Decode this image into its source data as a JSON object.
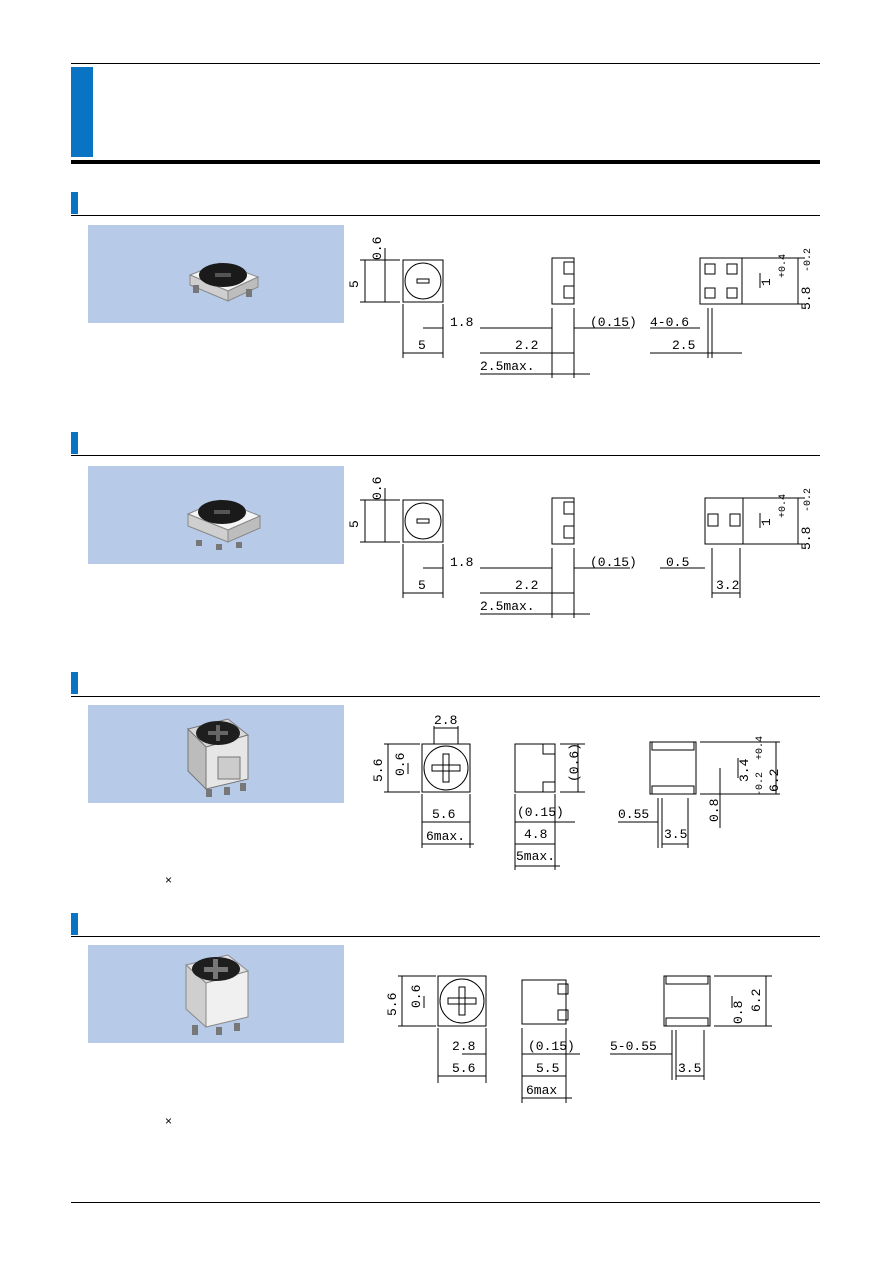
{
  "colors": {
    "accent": "#0a74c4",
    "photo_bg": "#b7cbe9"
  },
  "sections": [
    {
      "id": "s1",
      "dims_front": [
        "0.6",
        "5",
        "1.8",
        "5"
      ],
      "dims_side": [
        "(0.15)",
        "2.2",
        "2.5max."
      ],
      "dims_bottom": [
        "4-0.6",
        "2.5",
        "1",
        "+0.4",
        "5.8",
        "-0.2"
      ]
    },
    {
      "id": "s2",
      "dims_front": [
        "0.6",
        "5",
        "1.8",
        "5"
      ],
      "dims_side": [
        "(0.15)",
        "2.2",
        "2.5max."
      ],
      "dims_bottom": [
        "0.5",
        "3.2",
        "1",
        "+0.4",
        "5.8",
        "-0.2"
      ]
    },
    {
      "id": "s3",
      "dims_front": [
        "2.8",
        "5.6",
        "0.6",
        "5.6",
        "6max."
      ],
      "dims_side": [
        "(0.6)",
        "(0.15)",
        "4.8",
        "5max."
      ],
      "dims_bottom": [
        "0.55",
        "3.5",
        "0.8",
        "3.4",
        "+0.4",
        "6.2",
        "-0.2"
      ],
      "note": "×"
    },
    {
      "id": "s4",
      "dims_front": [
        "5.6",
        "0.6",
        "2.8",
        "5.6"
      ],
      "dims_side": [
        "(0.15)",
        "5.5",
        "6max"
      ],
      "dims_bottom": [
        "5-0.55",
        "3.5",
        "0.8",
        "6.2"
      ],
      "note": "×"
    }
  ]
}
